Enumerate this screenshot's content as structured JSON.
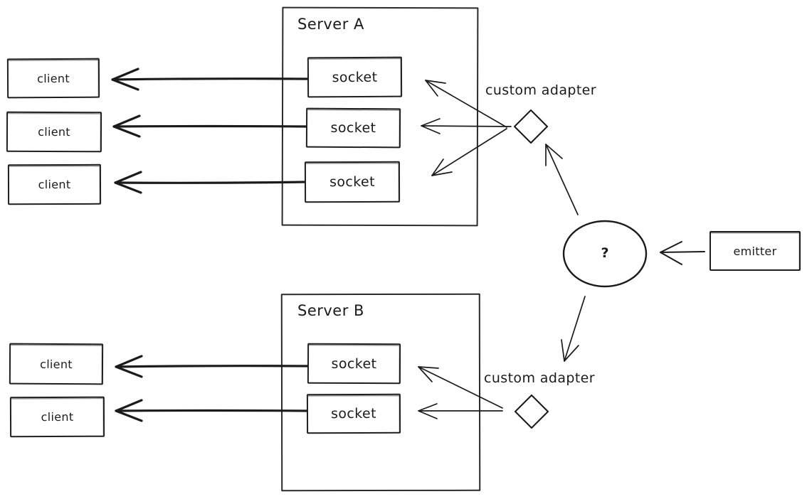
{
  "colors": {
    "ink": "#1b1b1b",
    "background": "#ffffff"
  },
  "server_a": {
    "title": "Server A",
    "sockets": [
      "socket",
      "socket",
      "socket"
    ]
  },
  "server_b": {
    "title": "Server B",
    "sockets": [
      "socket",
      "socket"
    ]
  },
  "clients_a": [
    "client",
    "client",
    "client"
  ],
  "clients_b": [
    "client",
    "client"
  ],
  "adapter_a": {
    "label": "custom adapter"
  },
  "adapter_b": {
    "label": "custom adapter"
  },
  "hub": {
    "label": "?"
  },
  "emitter": {
    "label": "emitter"
  }
}
